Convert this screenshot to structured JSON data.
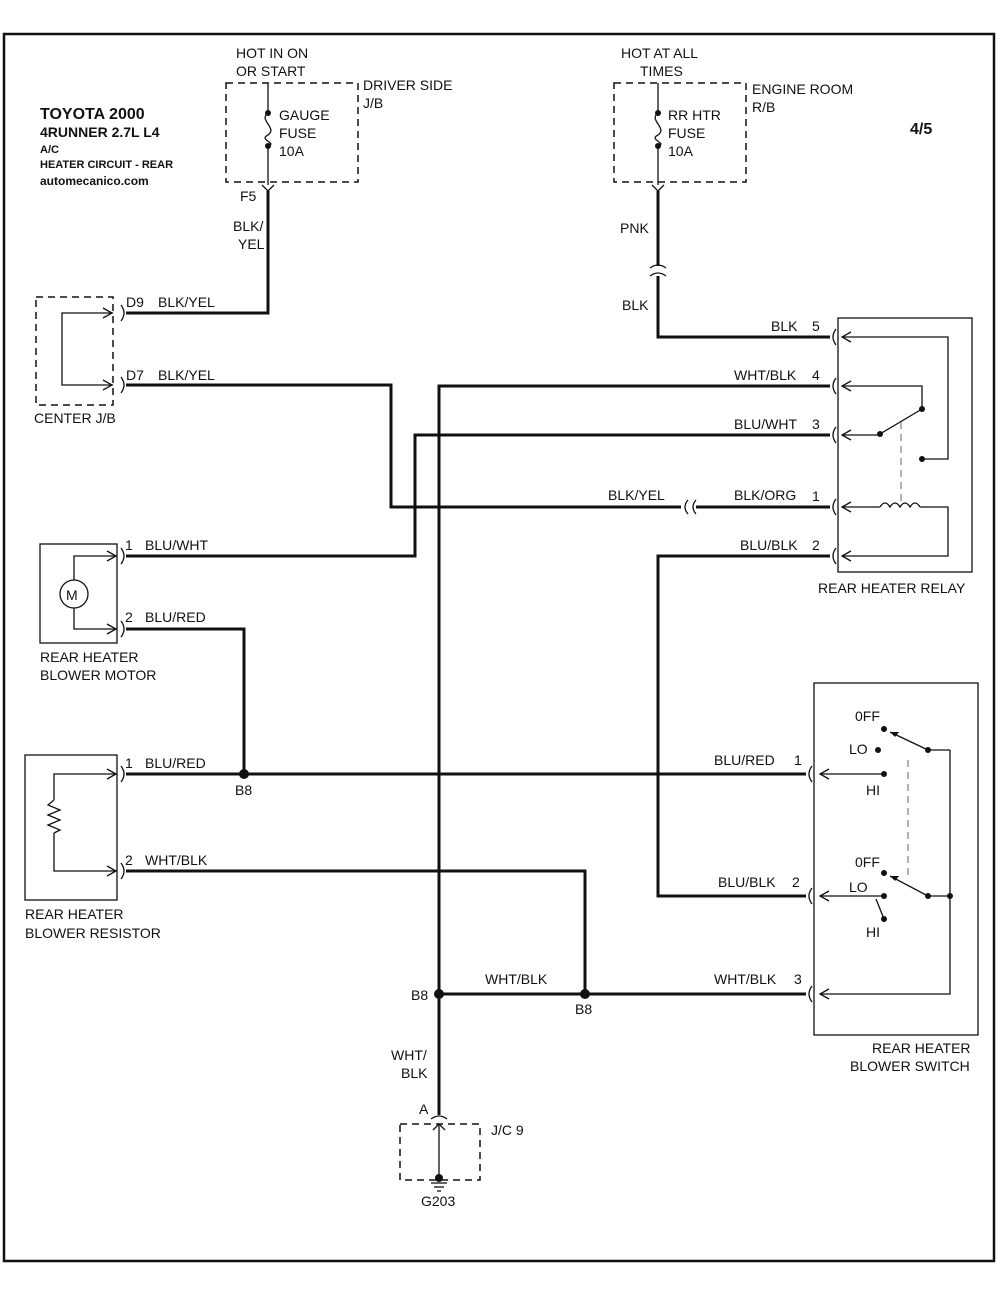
{
  "header": {
    "title": "TOYOTA 2000",
    "model": "4RUNNER   2.7L  L4",
    "system": "A/C",
    "circuit": "HEATER CIRCUIT - REAR",
    "site": "automecanico.com",
    "page": "4/5"
  },
  "driver_jb": {
    "power_line1": "HOT IN ON",
    "power_line2": "OR START",
    "name_line1": "DRIVER SIDE",
    "name_line2": "J/B",
    "fuse_line1": "GAUGE",
    "fuse_line2": "FUSE",
    "fuse_line3": "10A",
    "pin": "F5"
  },
  "engine_rb": {
    "power_line1": "HOT AT ALL",
    "power_line2": "TIMES",
    "name_line1": "ENGINE ROOM",
    "name_line2": "R/B",
    "fuse_line1": "RR HTR",
    "fuse_line2": "FUSE",
    "fuse_line3": "10A"
  },
  "center_jb": {
    "name": "CENTER J/B",
    "pin_d9": "D9",
    "pin_d7": "D7"
  },
  "relay": {
    "name": "REAR HEATER RELAY",
    "pins": [
      "5",
      "4",
      "3",
      "1",
      "2"
    ]
  },
  "motor": {
    "name_line1": "REAR HEATER",
    "name_line2": "BLOWER MOTOR",
    "symbol": "M",
    "pin1": "1",
    "pin2": "2"
  },
  "resistor": {
    "name_line1": "REAR HEATER",
    "name_line2": "BLOWER RESISTOR",
    "pin1": "1",
    "pin2": "2"
  },
  "switch": {
    "name_line1": "REAR HEATER",
    "name_line2": "BLOWER SWITCH",
    "pin1": "1",
    "pin2": "2",
    "pin3": "3",
    "off1": "0FF",
    "lo1": "LO",
    "hi1": "HI",
    "off2": "0FF",
    "lo2": "LO",
    "hi2": "HI"
  },
  "junction": {
    "name": "J/C 9",
    "pin": "A",
    "ground": "G203"
  },
  "splices": {
    "b8_top": "B8",
    "b8_left": "B8",
    "b8_right": "B8"
  },
  "wires": {
    "blk_yel_vert_1": "BLK/",
    "blk_yel_vert_2": "YEL",
    "pnk": "PNK",
    "blk_after_pnk": "BLK",
    "d9": "BLK/YEL",
    "d7": "BLK/YEL",
    "relay5": "BLK",
    "relay4": "WHT/BLK",
    "relay3": "BLU/WHT",
    "relay1_in": "BLK/YEL",
    "relay1": "BLK/ORG",
    "relay2": "BLU/BLK",
    "motor1": "BLU/WHT",
    "motor2": "BLU/RED",
    "res1": "BLU/RED",
    "res2": "WHT/BLK",
    "sw1": "BLU/RED",
    "sw2": "BLU/BLK",
    "sw3": "WHT/BLK",
    "splice_link": "WHT/BLK",
    "gnd_vert_1": "WHT/",
    "gnd_vert_2": "BLK"
  }
}
